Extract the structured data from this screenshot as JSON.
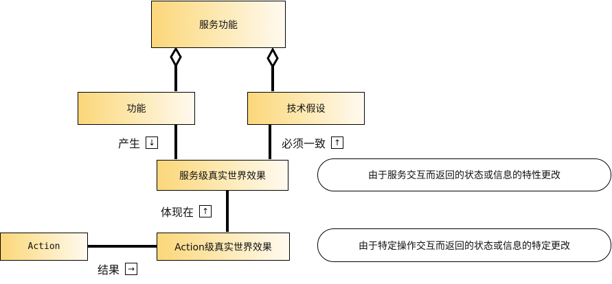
{
  "nodes": {
    "service_function": "服务功能",
    "function": "功能",
    "technical_assumption": "技术假设",
    "service_level_effect": "服务级真实世界效果",
    "action": "Action",
    "action_level_effect": "Action级真实世界效果"
  },
  "notes": {
    "service_change": "由于服务交互而返回的状态或信息的特性更改",
    "action_change": "由于特定操作交互而返回的状态或信息的特定更改"
  },
  "relations": {
    "produces": {
      "label": "产生",
      "direction": "↓"
    },
    "must_match": {
      "label": "必须一致",
      "direction": "↑"
    },
    "manifests_in": {
      "label": "体现在",
      "direction": "↑"
    },
    "result": {
      "label": "结果",
      "direction": "→"
    }
  }
}
